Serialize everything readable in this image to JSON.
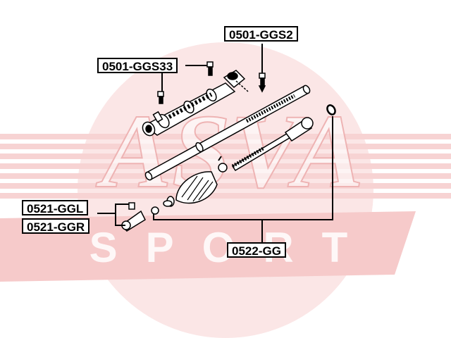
{
  "watermark": {
    "logo_text": "ASVA",
    "sport_text": "SPORT",
    "colors": {
      "circle": "#fbe3e3",
      "stripes": "#f6cfcf",
      "text_outline": "#f0b8b8"
    }
  },
  "labels": {
    "ggs2": "0501-GGS2",
    "ggs33": "0501-GGS33",
    "ggl": "0521-GGL",
    "ggr": "0521-GGR",
    "gg": "0522-GG"
  },
  "colors": {
    "line": "#000000",
    "part_fill": "#ffffff"
  }
}
